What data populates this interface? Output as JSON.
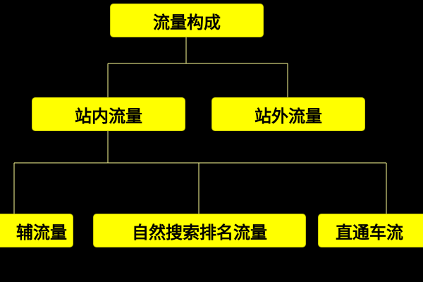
{
  "diagram": {
    "background_color": "#000000",
    "node_color": "#FFFF00",
    "line_color": "#FFFF99",
    "root": {
      "label": "流量构成"
    },
    "level2": [
      {
        "label": "站内流量"
      },
      {
        "label": "站外流量"
      }
    ],
    "level3": [
      {
        "label": "辅流量"
      },
      {
        "label": "自然搜索排名流量"
      },
      {
        "label": "直通车流"
      }
    ]
  }
}
